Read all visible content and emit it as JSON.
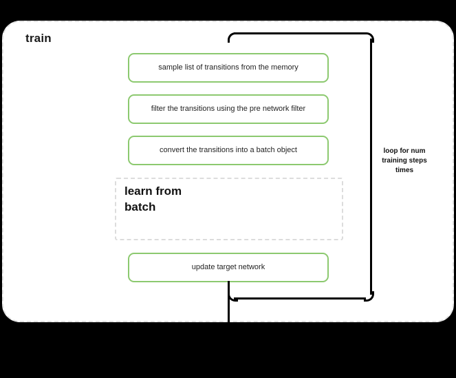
{
  "diagram": {
    "title": "train",
    "background_color": "#000000",
    "container_background": "#ffffff",
    "accent_color": "#8cc96f",
    "dashed_border_color": "#e2e2e2",
    "connector_color": "#000000"
  },
  "steps": [
    {
      "id": "sample",
      "label": "sample list of transitions from the memory",
      "style": "green-box"
    },
    {
      "id": "filter",
      "label": "filter the transitions using the pre network filter",
      "style": "green-box"
    },
    {
      "id": "convert",
      "label": "convert the transitions into a batch object",
      "style": "green-box"
    },
    {
      "id": "update",
      "label": "update target network",
      "style": "green-box"
    }
  ],
  "subprocess": {
    "title": "learn from batch",
    "style": "dashed-box"
  },
  "annotations": {
    "loop_label": "loop for num training steps times"
  }
}
